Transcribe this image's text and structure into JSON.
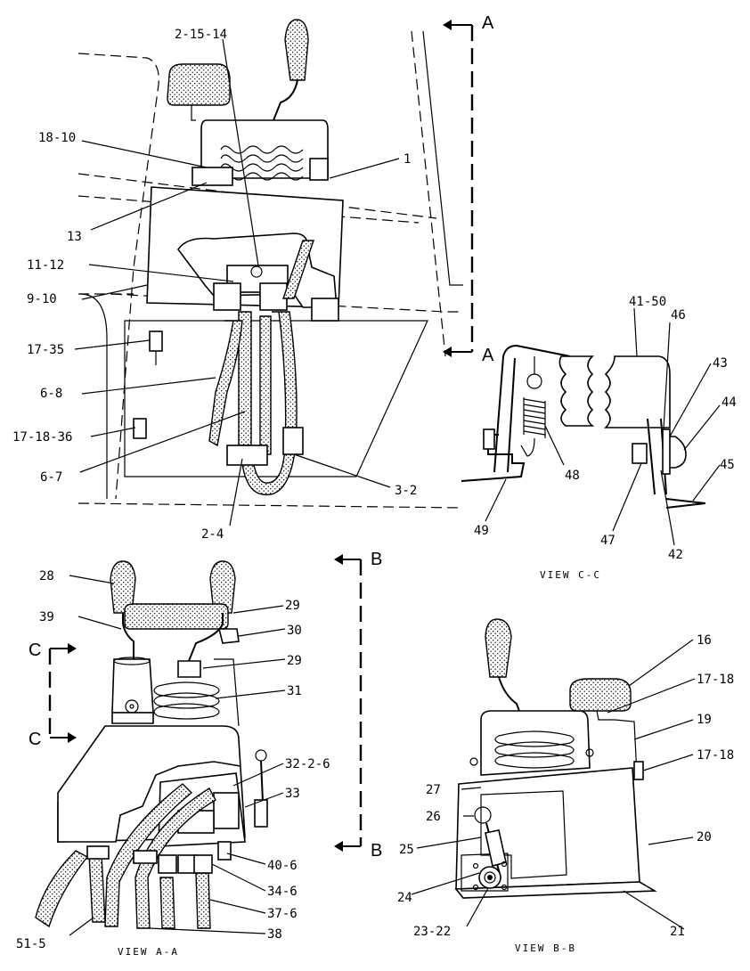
{
  "top_view": {
    "labels": [
      "2-15-14",
      "18-10",
      "1",
      "13",
      "11-12",
      "9-10",
      "17-35",
      "6-8",
      "17-18-36",
      "6-7",
      "3-2",
      "2-4"
    ],
    "section_a_top": "A",
    "section_a_bottom": "A"
  },
  "view_cc": {
    "labels": [
      "41-50",
      "46",
      "43",
      "44",
      "45",
      "48",
      "49",
      "47",
      "42"
    ],
    "caption": "VIEW C-C"
  },
  "view_aa": {
    "labels": [
      "28",
      "29",
      "39",
      "30",
      "29",
      "31",
      "32-2-6",
      "33",
      "40-6",
      "34-6",
      "37-6",
      "38",
      "51-5"
    ],
    "section_b_top": "B",
    "section_b_bottom": "B",
    "section_c_top": "C",
    "section_c_bottom": "C",
    "caption": "VIEW A-A"
  },
  "view_bb": {
    "labels": [
      "16",
      "17-18",
      "19",
      "17-18",
      "27",
      "26",
      "25",
      "20",
      "24",
      "23-22",
      "21"
    ],
    "caption": "VIEW B-B"
  }
}
